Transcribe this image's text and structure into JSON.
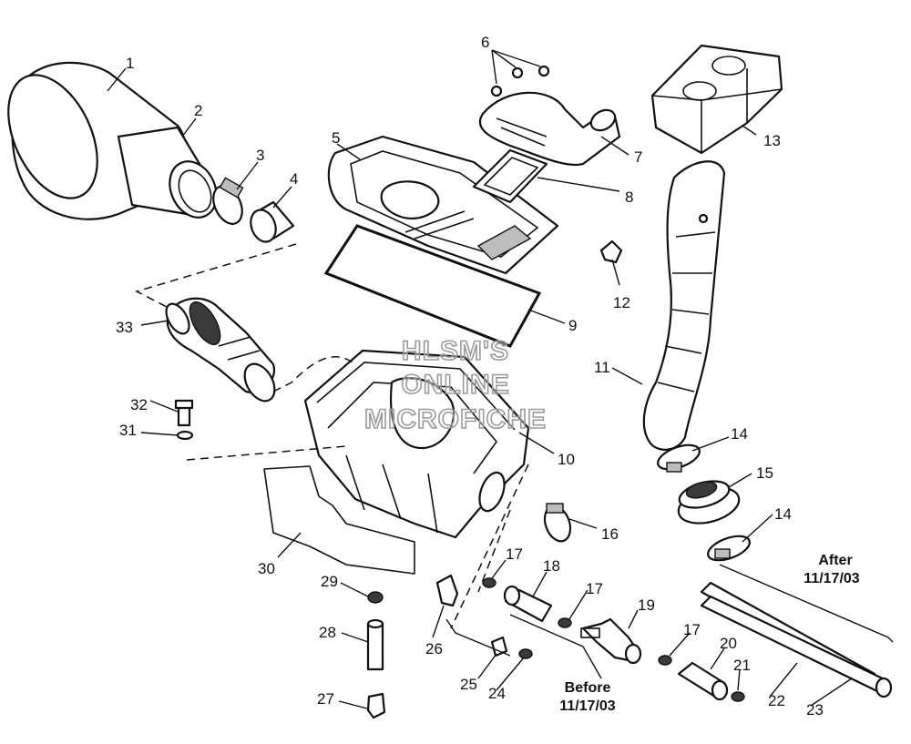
{
  "watermark": {
    "lines": [
      "HLSM'S",
      "ONLINE",
      "MICROFICHE"
    ],
    "color": "#9a9a9a"
  },
  "callouts": [
    "1",
    "2",
    "3",
    "4",
    "5",
    "6",
    "7",
    "8",
    "9",
    "10",
    "11",
    "12",
    "13",
    "14",
    "14",
    "15",
    "16",
    "17",
    "17",
    "17",
    "18",
    "19",
    "20",
    "21",
    "22",
    "23",
    "24",
    "25",
    "26",
    "27",
    "28",
    "29",
    "30",
    "31",
    "32",
    "33"
  ],
  "notes": {
    "after_line1": "After",
    "after_line2": "11/17/03",
    "before_line1": "Before",
    "before_line2": "11/17/03"
  },
  "colors": {
    "line": "#111111",
    "background": "#ffffff",
    "shade": "#bdbdbd"
  }
}
